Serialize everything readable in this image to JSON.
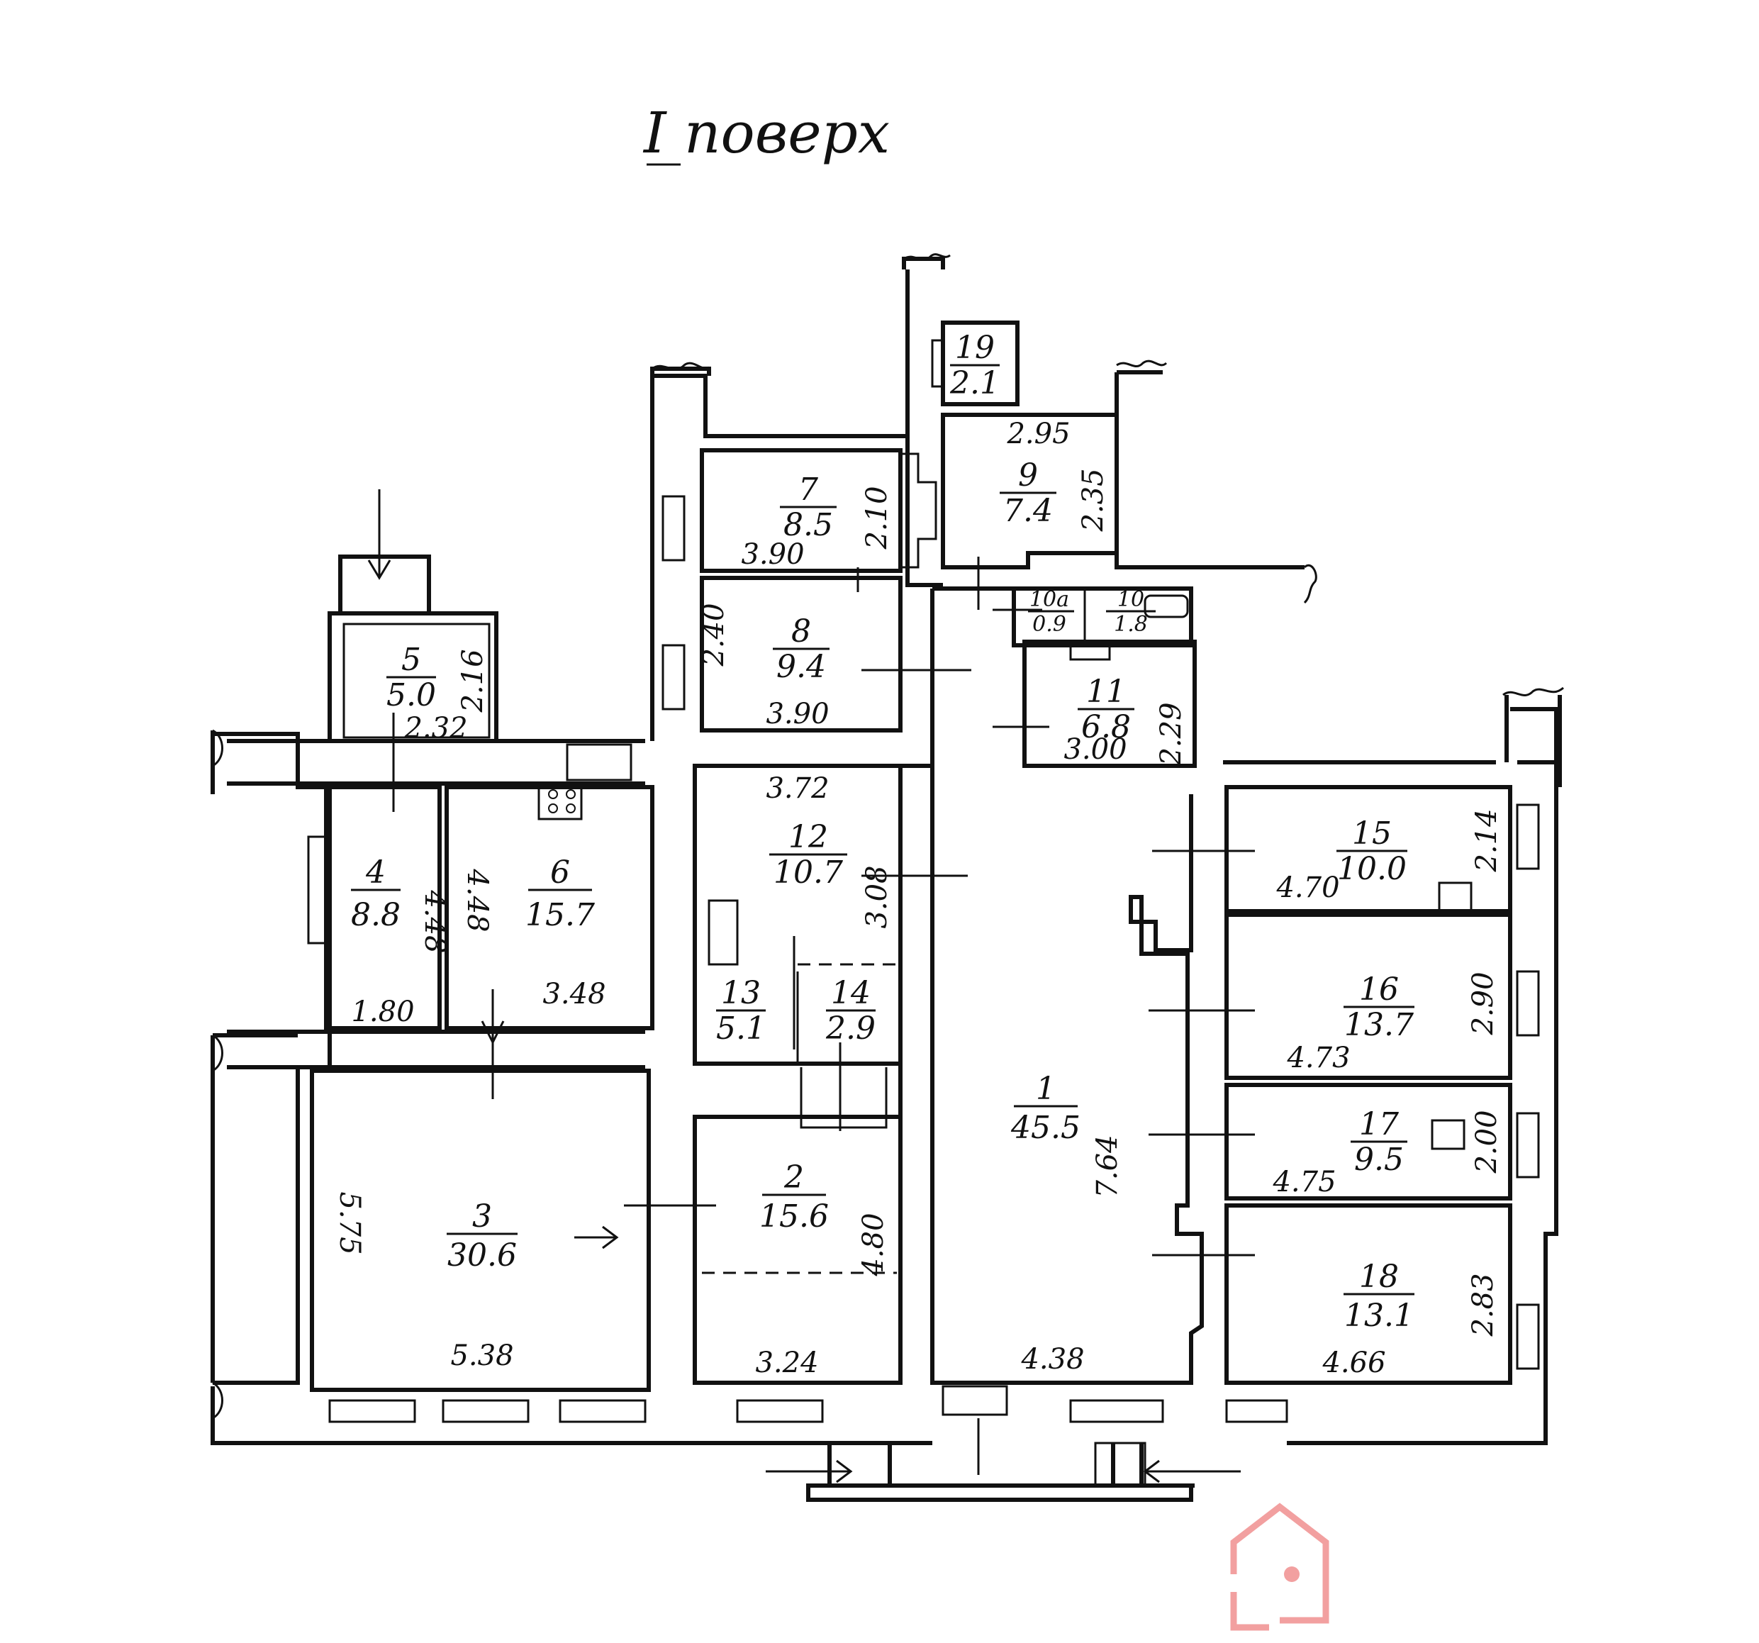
{
  "title": "I поверх",
  "rooms": [
    {
      "num": "1",
      "area": "45.5"
    },
    {
      "num": "2",
      "area": "15.6"
    },
    {
      "num": "3",
      "area": "30.6"
    },
    {
      "num": "4",
      "area": "8.8"
    },
    {
      "num": "5",
      "area": "5.0"
    },
    {
      "num": "6",
      "area": "15.7"
    },
    {
      "num": "7",
      "area": "8.5"
    },
    {
      "num": "8",
      "area": "9.4"
    },
    {
      "num": "9",
      "area": "7.4"
    },
    {
      "num": "10",
      "area": "1.8"
    },
    {
      "num": "10a",
      "area": "0.9"
    },
    {
      "num": "11",
      "area": "6.8"
    },
    {
      "num": "12",
      "area": "10.7"
    },
    {
      "num": "13",
      "area": "5.1"
    },
    {
      "num": "14",
      "area": "2.9"
    },
    {
      "num": "15",
      "area": "10.0"
    },
    {
      "num": "16",
      "area": "13.7"
    },
    {
      "num": "17",
      "area": "9.5"
    },
    {
      "num": "18",
      "area": "13.1"
    },
    {
      "num": "19",
      "area": "2.1"
    }
  ],
  "dimensions": {
    "r1_height": "7.64",
    "r1_width": "4.38",
    "r2_height": "4.80",
    "r2_width": "3.24",
    "r3_height": "5.75",
    "r3_width": "5.38",
    "r4_height": "4.48",
    "r4_width": "1.80",
    "r5_height": "2.16",
    "r5_width": "2.32",
    "r6_height": "4.48",
    "r6_width": "3.48",
    "r7_height": "2.10",
    "r7_width": "3.90",
    "r8_height": "2.40",
    "r8_width": "3.90",
    "r9_height": "2.35",
    "r9_width": "2.95",
    "r11_height": "2.29",
    "r11_width": "3.00",
    "r12_height": "3.08",
    "r12_width": "3.72",
    "r15_height": "2.14",
    "r15_width": "4.70",
    "r16_height": "2.90",
    "r16_width": "4.73",
    "r17_height": "2.00",
    "r17_width": "4.75",
    "r18_height": "2.83",
    "r18_width": "4.66"
  },
  "watermark_icon": "house-logo-icon"
}
